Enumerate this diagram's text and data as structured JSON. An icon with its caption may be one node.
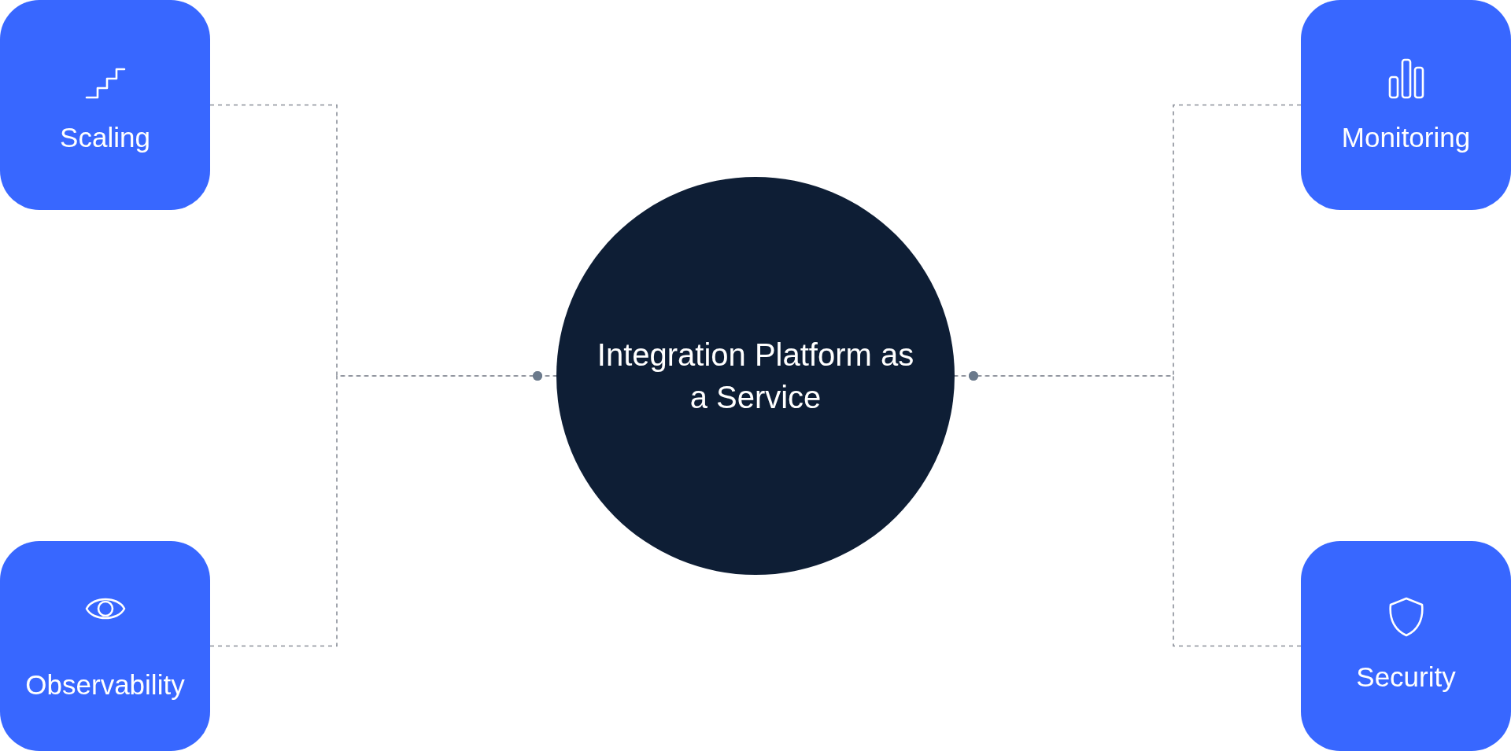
{
  "diagram": {
    "nodes": [
      {
        "text": [
          "Scaling"
        ]
      },
      {
        "text": [
          "Monitoring"
        ]
      },
      {
        "text": [
          "Integration Platform as a Service"
        ]
      },
      {
        "text": [
          "Observability"
        ]
      },
      {
        "text": [
          "Security"
        ]
      }
    ],
    "edges": [
      {
        "from": 0,
        "to": 2,
        "arrow": "other",
        "style": "dashed"
      },
      {
        "from": 3,
        "to": 2,
        "arrow": "other",
        "style": "dashed"
      },
      {
        "from": 1,
        "to": 2,
        "arrow": "other",
        "style": "dashed"
      },
      {
        "from": 4,
        "to": 2,
        "arrow": "other",
        "style": "dashed"
      }
    ]
  }
}
